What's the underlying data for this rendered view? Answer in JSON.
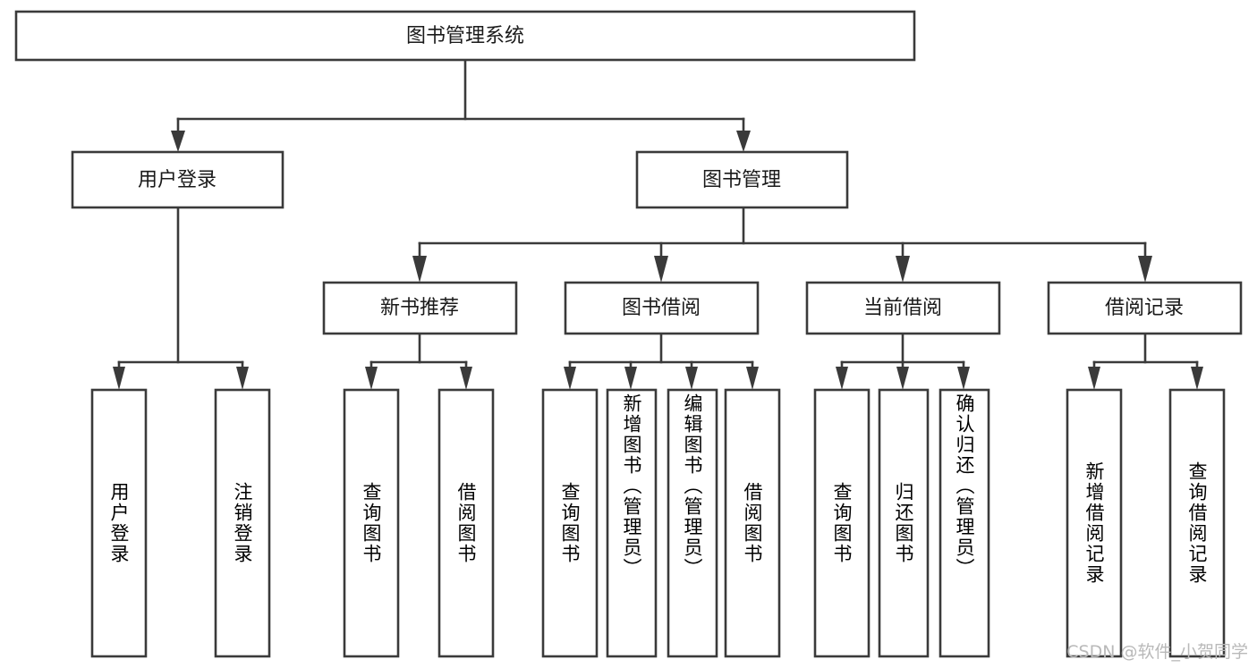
{
  "diagram": {
    "title": "图书管理系统",
    "type": "tree-hierarchy",
    "watermark": "CSDN @软件_小贺同学",
    "colors": {
      "stroke": "#3a3a3a",
      "box_fill": "#ffffff",
      "text": "#1a1a1a",
      "background": "#ffffff",
      "watermark": "#b9b9b9"
    },
    "levels": {
      "root": {
        "label": "图书管理系统"
      },
      "level2": [
        {
          "id": "user-login",
          "label": "用户登录"
        },
        {
          "id": "book-management",
          "label": "图书管理"
        }
      ],
      "level3": [
        {
          "id": "new-book-recommend",
          "label": "新书推荐",
          "parent": "book-management"
        },
        {
          "id": "book-borrow",
          "label": "图书借阅",
          "parent": "book-management"
        },
        {
          "id": "current-borrow",
          "label": "当前借阅",
          "parent": "book-management"
        },
        {
          "id": "borrow-record",
          "label": "借阅记录",
          "parent": "book-management"
        }
      ],
      "leaves": [
        {
          "id": "leaf-user-login",
          "label": "用户登录",
          "parent": "user-login"
        },
        {
          "id": "leaf-logout-login",
          "label": "注销登录",
          "parent": "user-login"
        },
        {
          "id": "leaf-query-book-1",
          "label": "查询图书",
          "parent": "new-book-recommend"
        },
        {
          "id": "leaf-borrow-book-1",
          "label": "借阅图书",
          "parent": "new-book-recommend"
        },
        {
          "id": "leaf-query-book-2",
          "label": "查询图书",
          "parent": "book-borrow"
        },
        {
          "id": "leaf-add-book",
          "label": "新增图书（管理员）",
          "parent": "book-borrow"
        },
        {
          "id": "leaf-edit-book",
          "label": "编辑图书（管理员）",
          "parent": "book-borrow"
        },
        {
          "id": "leaf-borrow-book-2",
          "label": "借阅图书",
          "parent": "book-borrow"
        },
        {
          "id": "leaf-query-book-3",
          "label": "查询图书",
          "parent": "current-borrow"
        },
        {
          "id": "leaf-return-book",
          "label": "归还图书",
          "parent": "current-borrow"
        },
        {
          "id": "leaf-confirm-return",
          "label": "确认归还（管理员）",
          "parent": "current-borrow"
        },
        {
          "id": "leaf-add-record",
          "label": "新增借阅记录",
          "parent": "borrow-record"
        },
        {
          "id": "leaf-query-record",
          "label": "查询借阅记录",
          "parent": "borrow-record"
        }
      ]
    }
  }
}
